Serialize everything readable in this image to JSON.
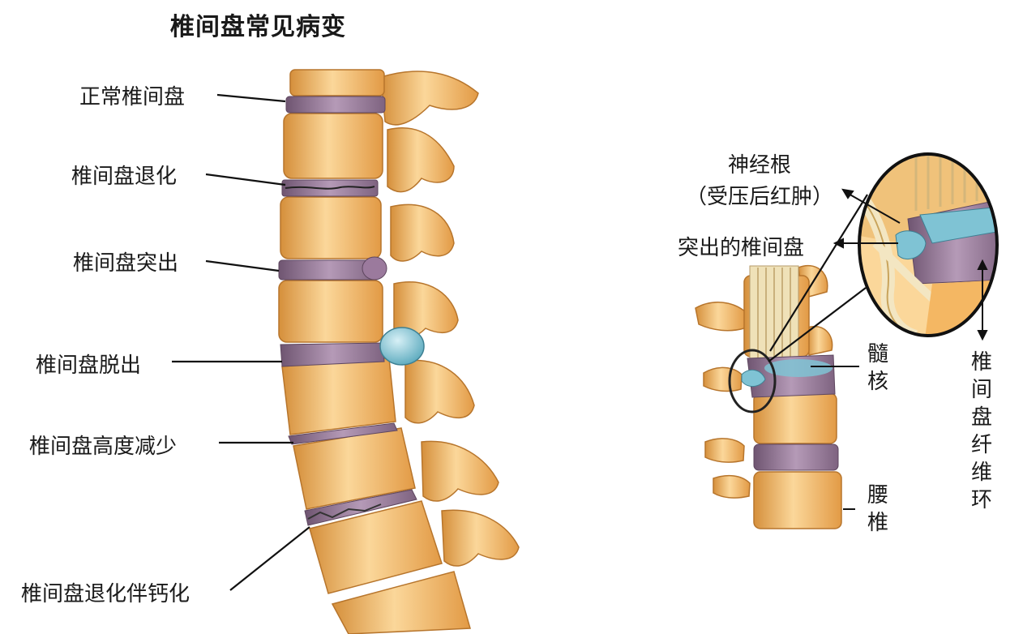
{
  "title": "椎间盘常见病变",
  "left_labels": {
    "normal_disc": "正常椎间盘",
    "degenerated_disc": "椎间盘退化",
    "bulging_disc": "椎间盘突出",
    "extruded_disc": "椎间盘脱出",
    "height_reduced": "椎间盘高度减少",
    "calcified": "椎间盘退化伴钙化"
  },
  "right_labels": {
    "nerve_root_line1": "神经根",
    "nerve_root_line2": "（受压后红肿）",
    "herniated_disc": "突出的椎间盘",
    "nucleus": "髓核",
    "lumbar": "腰椎",
    "annulus": "椎间盘纤维环"
  },
  "colors": {
    "bone": "#f2b45e",
    "bone_light": "#fbd79a",
    "bone_dark": "#c9822f",
    "disc": "#8e6f8f",
    "disc_light": "#b59ab7",
    "hernia_blue": "#7fc3d4",
    "nerve": "#e9d9a4"
  }
}
